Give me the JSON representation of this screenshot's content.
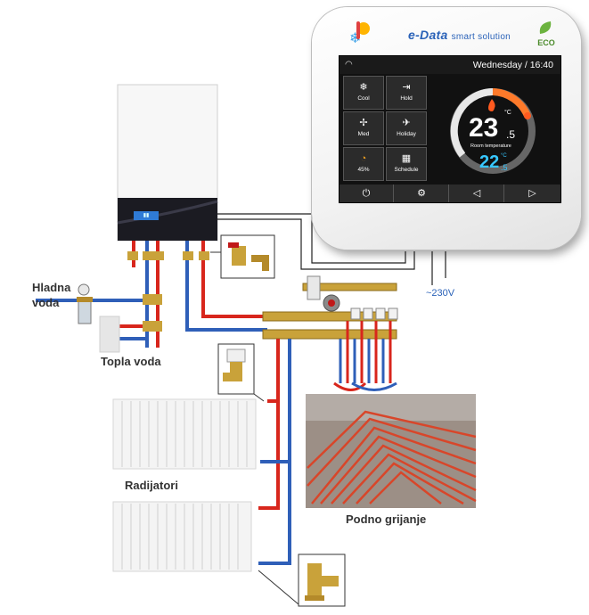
{
  "thermostat": {
    "brand": "e-Data",
    "tagline": "smart solution",
    "eco_badge": "ECO",
    "datetime": "Wednesday / 16:40",
    "tiles": [
      {
        "label": "Cool",
        "icon": "snowflake-icon",
        "glyph": "❄"
      },
      {
        "label": "Hold",
        "icon": "hold-icon",
        "glyph": "⇥"
      },
      {
        "label": "Med",
        "icon": "fan-icon",
        "glyph": "✢"
      },
      {
        "label": "Holiday",
        "icon": "airplane-icon",
        "glyph": "✈"
      },
      {
        "label": "45%",
        "icon": "humidity-icon",
        "glyph": "◔"
      },
      {
        "label": "Schedule",
        "icon": "calendar-icon",
        "glyph": "▦"
      }
    ],
    "room_temp": "23",
    "room_temp_decimal": ".5",
    "room_temp_unit": "°C",
    "room_label": "Room temperature",
    "set_temp": "22",
    "set_temp_decimal": ".5",
    "set_temp_unit": "°C",
    "nav": [
      {
        "icon": "power-icon",
        "glyph": "⏻"
      },
      {
        "icon": "settings-icon",
        "glyph": "⚙"
      },
      {
        "icon": "back-icon",
        "glyph": "◁"
      },
      {
        "icon": "forward-icon",
        "glyph": "▷"
      }
    ],
    "colors": {
      "accent_blue": "#37c7ff",
      "flame": "#ff5a1f",
      "brand": "#2a62b8"
    }
  },
  "labels": {
    "cold_water": "Hladna\nvoda",
    "cold_water_line1": "Hladna",
    "cold_water_line2": "voda",
    "hot_water": "Topla voda",
    "radiators": "Radijatori",
    "floor_heating": "Podno grijanje",
    "voltage": "~230V"
  },
  "pipe_colors": {
    "supply": "#d8261c",
    "return": "#2f5fb8",
    "cable": "#222222"
  }
}
